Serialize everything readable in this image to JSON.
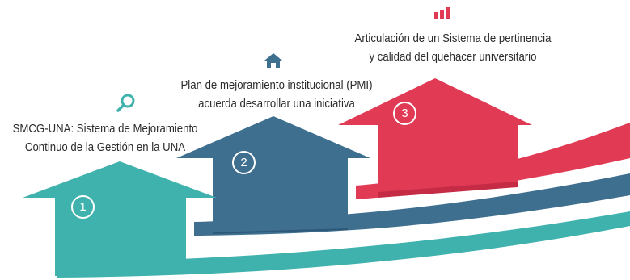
{
  "colors": {
    "teal": "#3fb2ad",
    "teal_dark": "#2a8e8c",
    "blue": "#3e6f8f",
    "blue_dark": "#2d5878",
    "red": "#e03a55",
    "red_dark": "#c62b46",
    "text": "#2b2b2b"
  },
  "steps": [
    {
      "number": "1",
      "icon": "search-icon",
      "lines": [
        "SMCG-UNA: Sistema de Mejoramiento",
        "Continuo de la Gestión en la UNA"
      ]
    },
    {
      "number": "2",
      "icon": "home-icon",
      "lines": [
        "Plan de mejoramiento institucional (PMI)",
        "acuerda desarrollar una iniciativa"
      ]
    },
    {
      "number": "3",
      "icon": "bar-chart-icon",
      "lines": [
        "Articulación de un Sistema de pertinencia",
        "y calidad del quehacer universitario"
      ]
    }
  ]
}
